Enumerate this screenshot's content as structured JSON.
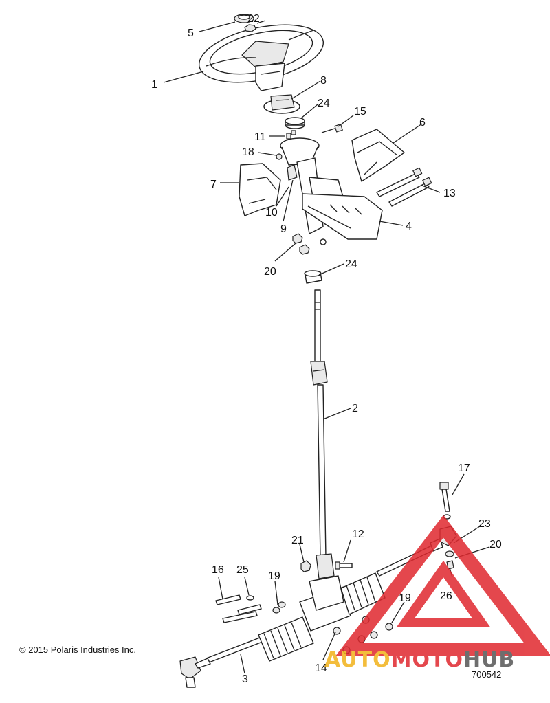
{
  "callouts": [
    "1",
    "2",
    "3",
    "4",
    "5",
    "6",
    "7",
    "8",
    "9",
    "10",
    "11",
    "12",
    "13",
    "14",
    "15",
    "16",
    "17",
    "18",
    "19",
    "19",
    "20",
    "20",
    "21",
    "22",
    "23",
    "24",
    "24",
    "25",
    "26"
  ],
  "copyright": "© 2015 Polaris Industries Inc.",
  "diagram_id": "700542",
  "watermark": {
    "part1": "AUTO",
    "part2": "MOTO",
    "part3": "HUB",
    "colors": {
      "triangle": "#e0282e",
      "auto": "#f2b21b",
      "hub": "#555555"
    }
  }
}
